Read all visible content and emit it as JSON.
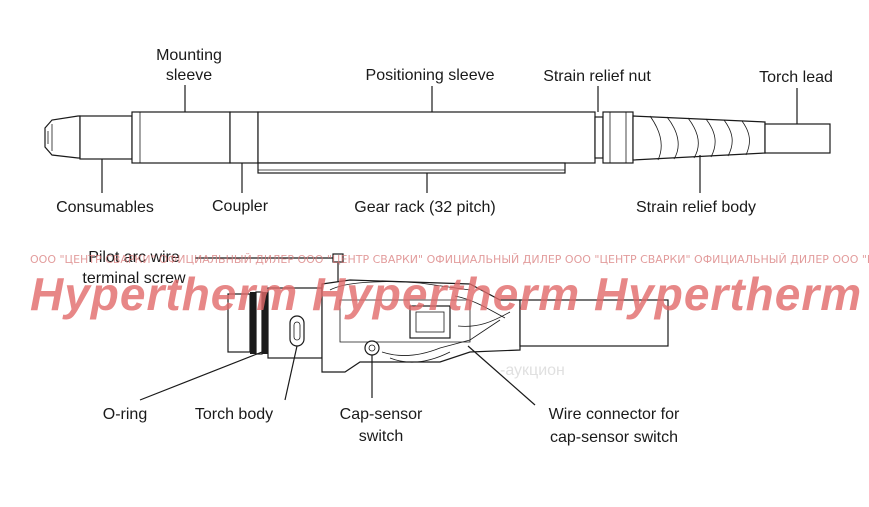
{
  "top_diagram": {
    "labels": {
      "mounting_sleeve_1": "Mounting",
      "mounting_sleeve_2": "sleeve",
      "positioning_sleeve": "Positioning sleeve",
      "strain_relief_nut": "Strain relief nut",
      "torch_lead": "Torch lead",
      "consumables": "Consumables",
      "coupler": "Coupler",
      "gear_rack": "Gear rack (32 pitch)",
      "strain_relief_body": "Strain relief body"
    }
  },
  "bottom_diagram": {
    "labels": {
      "pilot_arc_1": "Pilot arc wire",
      "pilot_arc_2": "terminal screw",
      "o_ring": "O-ring",
      "torch_body": "Torch body",
      "cap_sensor_1": "Cap-sensor",
      "cap_sensor_2": "switch",
      "wire_connector_1": "Wire connector for",
      "wire_connector_2": "cap-sensor switch"
    }
  },
  "watermark": {
    "dealer_line": "ООО \"ЦЕНТР СВАРКИ\"   ОФИЦИАЛЬНЫЙ ДИЛЕР   ООО \"ЦЕНТР СВАРКИ\"   ОФИЦИАЛЬНЫЙ ДИЛЕР   ООО \"ЦЕНТР СВАРКИ\"   ОФИЦИАЛЬНЫЙ ДИЛЕР   ООО \"ЦЕНТР",
    "brand_line": "Hypertherm Hypertherm Hypertherm Hyp",
    "faint_text": "-аукцион",
    "color": "#e26a6a"
  }
}
